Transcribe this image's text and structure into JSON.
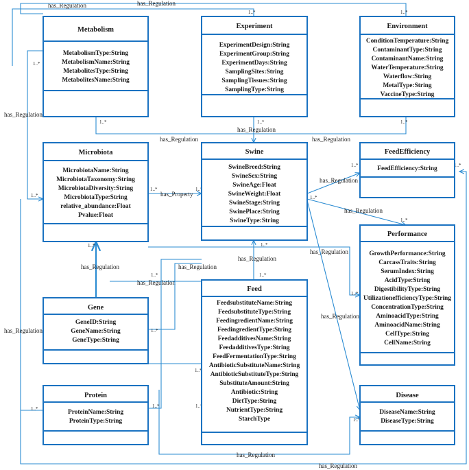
{
  "colors": {
    "box_border": "#1a72c1",
    "edge": "#2a8bd2",
    "text": "#1a1a1a",
    "background": "#ffffff"
  },
  "classes": {
    "metabolism": {
      "name": "Metabolism",
      "attributes": [
        "MetabolismType:String",
        "MetabolismName:String",
        "MetabolitesType:String",
        "MetabolitesName:String"
      ]
    },
    "experiment": {
      "name": "Experiment",
      "attributes": [
        "ExperimentDesign:String",
        "ExperimentGroup:String",
        "ExperimentDays:String",
        "SamplingSites:String",
        "SamplingTissues:String",
        "SamplingType:String"
      ]
    },
    "environment": {
      "name": "Environment",
      "attributes": [
        "ConditionTemperature:String",
        "ContaminantType:String",
        "ContaminantName:String",
        "WaterTemperature:String",
        "Waterflow:String",
        "MetalType:String",
        "VaccineType:String"
      ]
    },
    "microbiota": {
      "name": "Microbiota",
      "attributes": [
        "MicrobiotaName:String",
        "MicrobiotaTaxonomy:String",
        "MicrobiotaDiversity:String",
        "MicrobiotaType:String",
        "relative_abundance:Float",
        "Pvalue:Float"
      ]
    },
    "swine": {
      "name": "Swine",
      "attributes": [
        "SwineBreed:String",
        "SwineSex:String",
        "SwineAge:Float",
        "SwineWeight:Float",
        "SwineStage:String",
        "SwinePlace:String",
        "SwineType:String"
      ]
    },
    "feedefficiency": {
      "name": "FeedEfficiency",
      "attributes": [
        "FeedEfficiency:String"
      ]
    },
    "performance": {
      "name": "Performance",
      "attributes": [
        "GrowthPerformance:String",
        "CarcassTraits:String",
        "SerumIndex:String",
        "AcidType:String",
        "DigestibilityType:String",
        "UtilizationefficiencyType:String",
        "ConcentrationType:String",
        "AminoacidType:String",
        "AminoacidName:String",
        "CellType:String",
        "CellName:String"
      ]
    },
    "gene": {
      "name": "Gene",
      "attributes": [
        "GeneID:String",
        "GeneName:String",
        "GeneType:String"
      ]
    },
    "feed": {
      "name": "Feed",
      "attributes": [
        "FeedsubstituteName:String",
        "FeedsubstituteType:String",
        "FeedingredientName:String",
        "FeedingredientType:String",
        "FeedadditivesName:String",
        "FeedadditivesType:String",
        "FeedFermentationType:String",
        "AntibioticSubstituteName:String",
        "AntibioticSubstituteType:String",
        "SubstituteAmount:String",
        "Antibiotic:String",
        "DietType:String",
        "NutrientType:String",
        "StarchType"
      ]
    },
    "protein": {
      "name": "Protein",
      "attributes": [
        "ProteinName:String",
        "ProteinType:String"
      ]
    },
    "disease": {
      "name": "Disease",
      "attributes": [
        "DiseaseName:String",
        "DiseaseType:String"
      ]
    }
  },
  "relations": [
    {
      "label": "has_Regulation"
    },
    {
      "label": "has_Regulation"
    },
    {
      "label": "has_Regulation"
    },
    {
      "label": "has_Regulation"
    },
    {
      "label": "has_Regulation"
    },
    {
      "label": "has_Regulation"
    },
    {
      "label": "has_Property"
    },
    {
      "label": "has_Regulation"
    },
    {
      "label": "has_Regulation"
    },
    {
      "label": "has_Regulation"
    },
    {
      "label": "has_Regulation"
    },
    {
      "label": "has_Regulation"
    },
    {
      "label": "has_Regulation"
    },
    {
      "label": "has_Regulation"
    },
    {
      "label": "has_Regulation"
    },
    {
      "label": "has_Regulation"
    },
    {
      "label": "has_Regulation"
    }
  ],
  "multiplicity": "1..*"
}
